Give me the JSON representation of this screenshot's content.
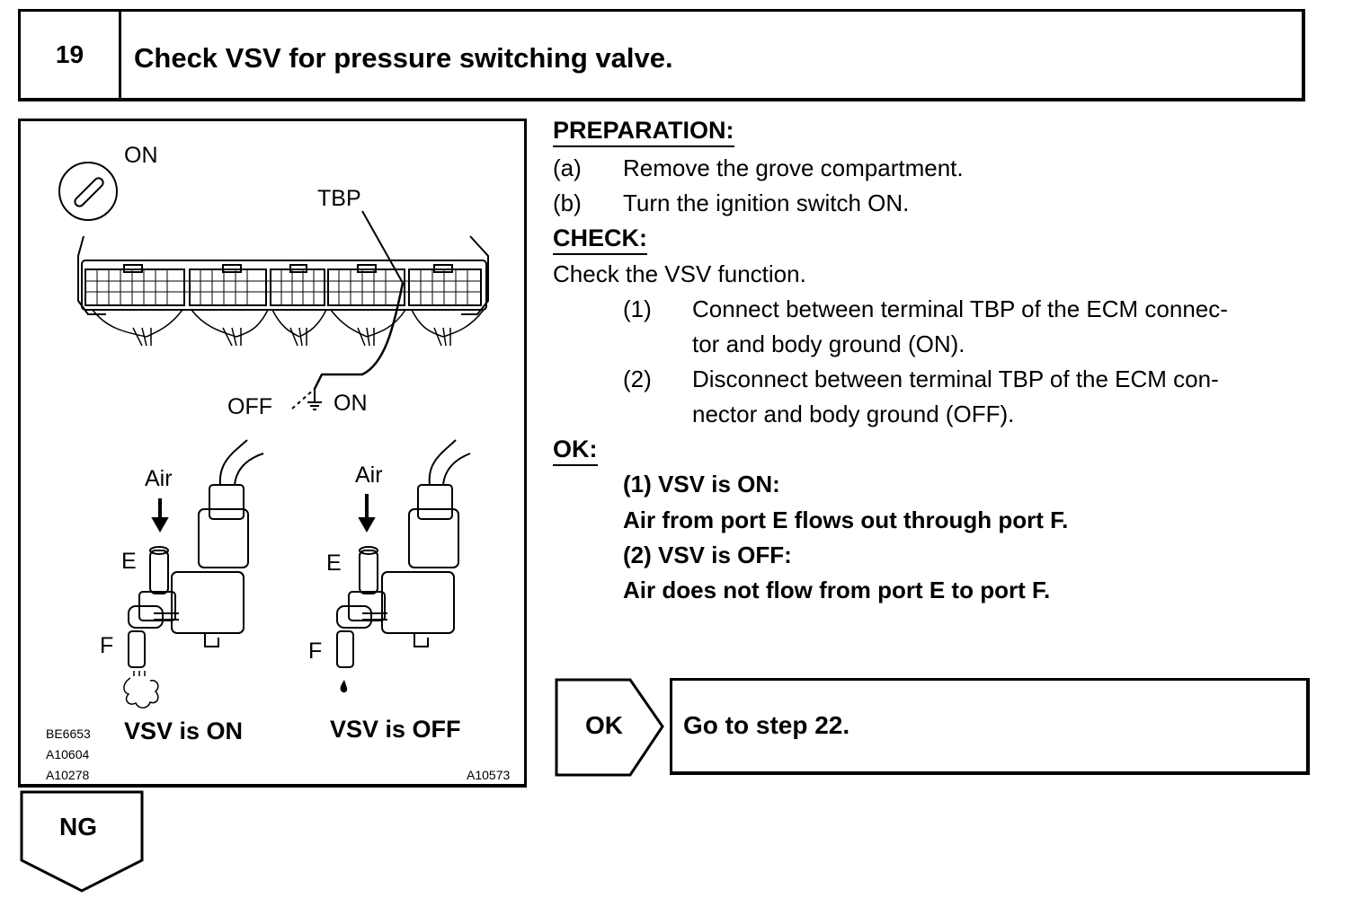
{
  "step": {
    "number": "19",
    "title": "Check VSV for pressure switching valve."
  },
  "illustration": {
    "ignition_label": "ON",
    "terminal_label": "TBP",
    "switch_off_label": "OFF",
    "switch_on_label": "ON",
    "left_air_label": "Air",
    "right_air_label": "Air",
    "left_port_e": "E",
    "left_port_f": "F",
    "right_port_e": "E",
    "right_port_f": "F",
    "caption_on": "VSV is ON",
    "caption_off": "VSV is OFF",
    "code_1": "BE6653",
    "code_2": "A10604",
    "code_3": "A10278",
    "code_4": "A10573"
  },
  "preparation": {
    "heading": "PREPARATION:",
    "items": [
      {
        "marker": "(a)",
        "text": "Remove the grove compartment."
      },
      {
        "marker": "(b)",
        "text": "Turn the ignition switch ON."
      }
    ]
  },
  "check": {
    "heading": "CHECK:",
    "intro": "Check the VSV function.",
    "items": [
      {
        "marker": "(1)",
        "line1": "Connect between terminal TBP of the ECM connec-",
        "line2": "tor and body ground (ON)."
      },
      {
        "marker": "(2)",
        "line1": "Disconnect between terminal TBP of the ECM con-",
        "line2": "nector and body ground (OFF)."
      }
    ]
  },
  "ok_section": {
    "heading": "OK:",
    "lines": [
      "(1) VSV is ON:",
      "Air from port E flows out through port F.",
      "(2) VSV is OFF:",
      "Air does not flow from port E to port F."
    ]
  },
  "results": {
    "ok_label": "OK",
    "ok_action": "Go to step 22.",
    "ng_label": "NG"
  }
}
